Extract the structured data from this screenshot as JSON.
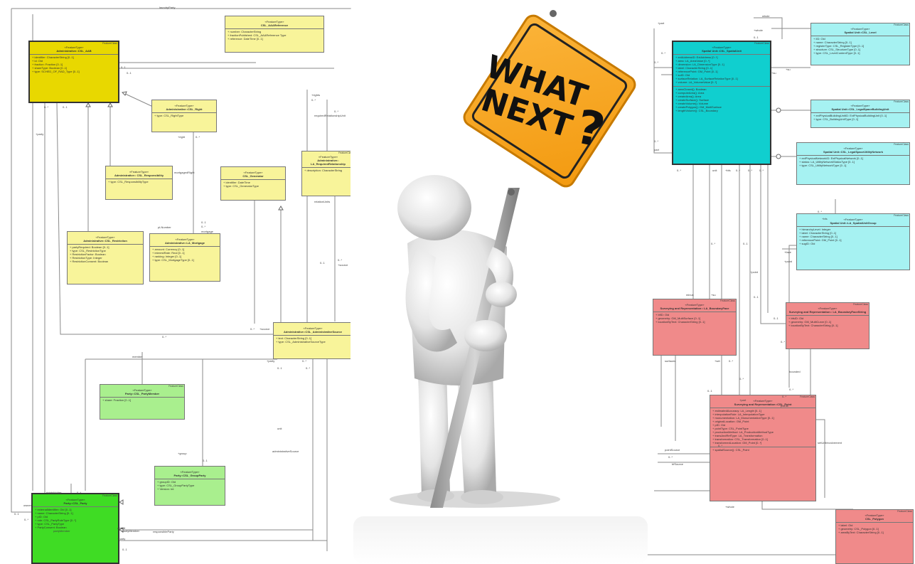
{
  "sign": {
    "line1": "WHAT",
    "line2": "NEXT",
    "mark": "?"
  },
  "left_diagram": {
    "classes": [
      {
        "tag": "FeatureClass",
        "stereo": "«FeatureType»",
        "name": "Administrative::CSL_AAB",
        "main": true,
        "attrs": [
          "+ identifier: CharacterString [0..1]",
          "+ id: Oid",
          "+ fraction: Fraction [0..1]",
          "+ shareType: Boolean [0..1]",
          "+ type: SCHED_OF_RAD_Type [0..1]"
        ]
      },
      {
        "tag": "",
        "stereo": "«FeatureType»",
        "name": "CSL_AAAReference",
        "attrs": [
          "+ number: CharacterString",
          "+ fractionPublished: CSL_AAAReference Type",
          "+ reference: DateTime [0..1]"
        ]
      },
      {
        "tag": "",
        "stereo": "«FeatureType»",
        "name": "Administrative::CSL_Right",
        "attrs": [
          "+ type: CSL_RightType"
        ]
      },
      {
        "tag": "",
        "stereo": "«FeatureType»",
        "name": "Administrative:: CSL_Responsibility",
        "attrs": [
          "+ type: CSL_ResponsibilityType"
        ]
      },
      {
        "tag": "",
        "stereo": "«FeatureType»",
        "name": "CSL_Generator",
        "attrs": [
          "+ identifier: DateTime",
          "+ type: CSL_GeneratorType"
        ]
      },
      {
        "tag": "FeatureClass",
        "stereo": "«FeatureType»",
        "name": "Administrative:: LA_RequiredRelationship",
        "attrs": [
          "+ description: CharacterString"
        ]
      },
      {
        "tag": "",
        "stereo": "«FeatureType»",
        "name": "Administrative::CSL_Restriction",
        "attrs": [
          "+ partyRequired: Boolean [0..1]",
          "+ type: CSL_RestrictionType",
          "+ RestrictionFactor: Boolean",
          "+ RestrictionType: Integer",
          "+ RestrictionConsent: Boolean"
        ]
      },
      {
        "tag": "",
        "stereo": "«FeatureType»",
        "name": "Administrative::LA_Mortgage",
        "attrs": [
          "+ amount: Currency [0..1]",
          "+ interestRate: Real [0..1]",
          "+ ranking: Integer [0..1]",
          "+ type: CSL_MortgageType [0..1]"
        ]
      },
      {
        "tag": "",
        "stereo": "«FeatureType»",
        "name": "Administrative::CSL_AdministrativeSource",
        "attrs": [
          "+ text: CharacterString [0..1]",
          "+ type: CSL_AdministrativeSourceType"
        ]
      },
      {
        "tag": "FeatureClass",
        "stereo": "«FeatureType»",
        "name": "Party::CSL_PartyMember",
        "attrs": [
          "+ share: Fraction [0..1]"
        ]
      },
      {
        "tag": "",
        "stereo": "«FeatureType»",
        "name": "Party::CSL_GroupParty",
        "attrs": [
          "+ groupID: Oid",
          "+ type: CSL_GroupPartyType",
          "+ Version: Int"
        ]
      },
      {
        "tag": "FeatureClass",
        "stereo": "«FeatureType»",
        "name": "Party::CSL_Party",
        "main": true,
        "attrs": [
          "+ externalIdentifier: Oid [0..1]",
          "+ name: CharacterString [0..1]",
          "+ pID: Oid",
          "+ role: CSL_PartyRoleType [0..*]",
          "+ type: CSL_PartyType",
          "+ PartyConsent: Boolean"
        ]
      }
    ],
    "labels": [
      "laundryParty",
      "0..1",
      "0..*",
      "0..1",
      "0..1",
      "+right",
      "0..*",
      "mortgagedRight",
      "0..1",
      "0..*",
      "mortgage",
      "pLNumber",
      "+rights",
      "0..*",
      "0..*",
      "requiredRelationshipUnit",
      "relationUnits",
      "0..1",
      "0..*",
      "+source",
      "0..*",
      "0..*",
      "+source",
      "+party",
      "0..*",
      "rightsHolder",
      "0..*",
      "partyMember",
      "+partyMember",
      "0..*",
      "+group",
      "0..1",
      "member",
      "0..1",
      "0..*",
      "administrativeSource",
      "responsibleParty",
      "+party",
      "0..1",
      "0..*",
      "admin",
      "0..1",
      "owner",
      "+party",
      "unit"
    ]
  },
  "right_diagram": {
    "classes": [
      {
        "tag": "FeatureClass",
        "stereo": "«FeatureType»",
        "name": "Spatial Unit::CSL_SpatialUnit",
        "main": true,
        "attrs": [
          "+ extAddressID: ExtAddress [0..*]",
          "+ area: LA_AreaValue [0..*]",
          "+ dimension: LA_DimensionType [0..1]",
          "+ label: CharacterString [0..1]",
          "+ referencePoint: GM_Point [0..1]",
          "+ suID: Oid",
          "+ surfaceRelation: LA_SurfaceRelationType [0..1]",
          "+ volume: LA_VolumeValue [0..*]"
        ],
        "ops": [
          "+ areaClosed(): Boolean",
          "+ computeArea(): Area",
          "+ createArea(): Area",
          "+ createSurface(): Surface",
          "+ createVolume(): Volume",
          "+ createPolygon(): GM_MultiSurface",
          "+ lengthVolume(): CSL_Boundary"
        ]
      },
      {
        "tag": "FeatureClass",
        "stereo": "«FeatureType»",
        "name": "Spatial Unit::CSL_Level",
        "attrs": [
          "+ lID: Oid",
          "+ name: CharacterString [0..1]",
          "+ registerType: CSL_RegisterType [0..1]",
          "+ structure: CSL_StructureType [0..1]",
          "+ type: CSL_LevelContentType [0..1]"
        ]
      },
      {
        "tag": "FeatureClass",
        "stereo": "«FeatureType»",
        "name": "Spatial Unit::CSL_LegalSpaceBuildingUnit",
        "attrs": [
          "+ extPhysicalBuildingUnitID: ExtPhysicalBuildingUnit [0..1]",
          "+ type: CSL_BuildingUnitType [0..1]"
        ]
      },
      {
        "tag": "FeatureClass",
        "stereo": "«FeatureType»",
        "name": "Spatial Unit::CSL_LegalSpaceUtilityNetwork",
        "attrs": [
          "+ extPhysicalNetworkID: ExtPhysicalNetwork [0..1]",
          "+ status: LA_UtilityNetworkStatusType [0..1]",
          "+ type: CSL_UtilityNetworkType [0..1]"
        ]
      },
      {
        "tag": "FeatureClass",
        "stereo": "«FeatureType»",
        "name": "Spatial Unit::LA_SpatialUnitGroup",
        "attrs": [
          "+ hierarchyLevel: Integer",
          "+ label: CharacterString [0..1]",
          "+ name: CharacterString [0..1]",
          "+ referencePoint: GM_Point [0..1]",
          "+ sugID: Oid"
        ]
      },
      {
        "tag": "FeatureClass",
        "stereo": "«FeatureType»",
        "name": "Surveying and Representation:: LA_BoundaryFace",
        "attrs": [
          "+ bfID: Oid",
          "+ geometry: GM_MultiSurface [0..1]",
          "+ locationByText: CharacterString [0..1]"
        ]
      },
      {
        "tag": "FeatureClass",
        "stereo": "«FeatureType»",
        "name": "Surveying and Representation:: LA_BoundaryFaceString",
        "attrs": [
          "+ bfsID: Oid",
          "+ geometry: GM_MultiCurve [0..1]",
          "+ locationByText: CharacterString [0..1]"
        ]
      },
      {
        "tag": "FeatureClass",
        "stereo": "«FeatureType»",
        "name": "Surveying and Representation::CSL_Point",
        "attrs": [
          "+ estimatedAccuracy: LA_Length [0..1]",
          "+ interpolationRole: LA_InterpolationType",
          "+ monumentation: LA_MonumentationType [0..1]",
          "+ originalLocation: GM_Point",
          "+ pID: Oid",
          "+ pointType: CSL_PointType",
          "+ productionMethod: LA_ProductionMethodType",
          "+ transAndRefType: LA_Transformation",
          "+ transformation: CSL_Transformation [0..1]",
          "+ transformedLocation: GM_Point [0..*]"
        ],
        "ops": [
          "+ spatialSource(): CSL_Point"
        ]
      },
      {
        "tag": "FeatureClass",
        "stereo": "«FeatureType»",
        "name": "CSL_Polygon",
        "attrs": [
          "+ label: Oid",
          "+ geometry: CSL_Polygon [0..1]",
          "+ areaByText: CharacterString [0..1]"
        ]
      }
    ],
    "labels": [
      "whole",
      "+whole",
      "0..1",
      "+part",
      "0..*",
      "0..*",
      "+su",
      "+su",
      "0..*",
      "part",
      "0..*",
      "unit",
      "+bfs",
      "0..*",
      "0..*",
      "0..*",
      "0..*",
      "+bfs",
      "+face",
      "+point",
      "minus",
      "0..*",
      "+su",
      "+point",
      "0..1",
      "0..1",
      "bounded",
      "0..1",
      "0..*",
      "0..*",
      "0..*",
      "surfaces",
      "+set",
      "0..*",
      "0..*",
      "0..1",
      "points",
      "0..*",
      "pointSource",
      "0..*",
      "bfSource",
      "setUnitInvolvement",
      "+whole",
      "+part"
    ]
  }
}
